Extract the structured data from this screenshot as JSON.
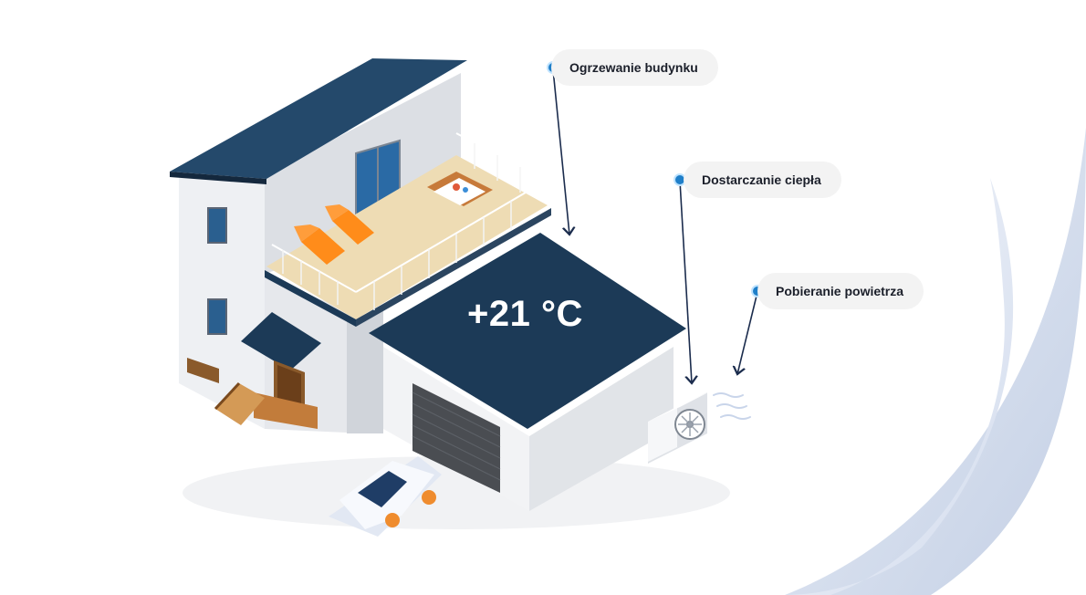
{
  "labels": {
    "heating": "Ogrzewanie budynku",
    "heat_supply": "Dostarczanie ciepła",
    "air_intake": "Pobieranie powietrza"
  },
  "temperature": "+21 °C",
  "colors": {
    "roof": "#1c3a57",
    "roof_upper": "#24496b",
    "wall_light": "#eef0f3",
    "wall_shade": "#d6d9de",
    "arrow": "#1b2c4d",
    "dot": "#1f7fc9",
    "wave": "#c9d5ea",
    "deck": "#eedcb4",
    "chair": "#ff8c1a"
  }
}
